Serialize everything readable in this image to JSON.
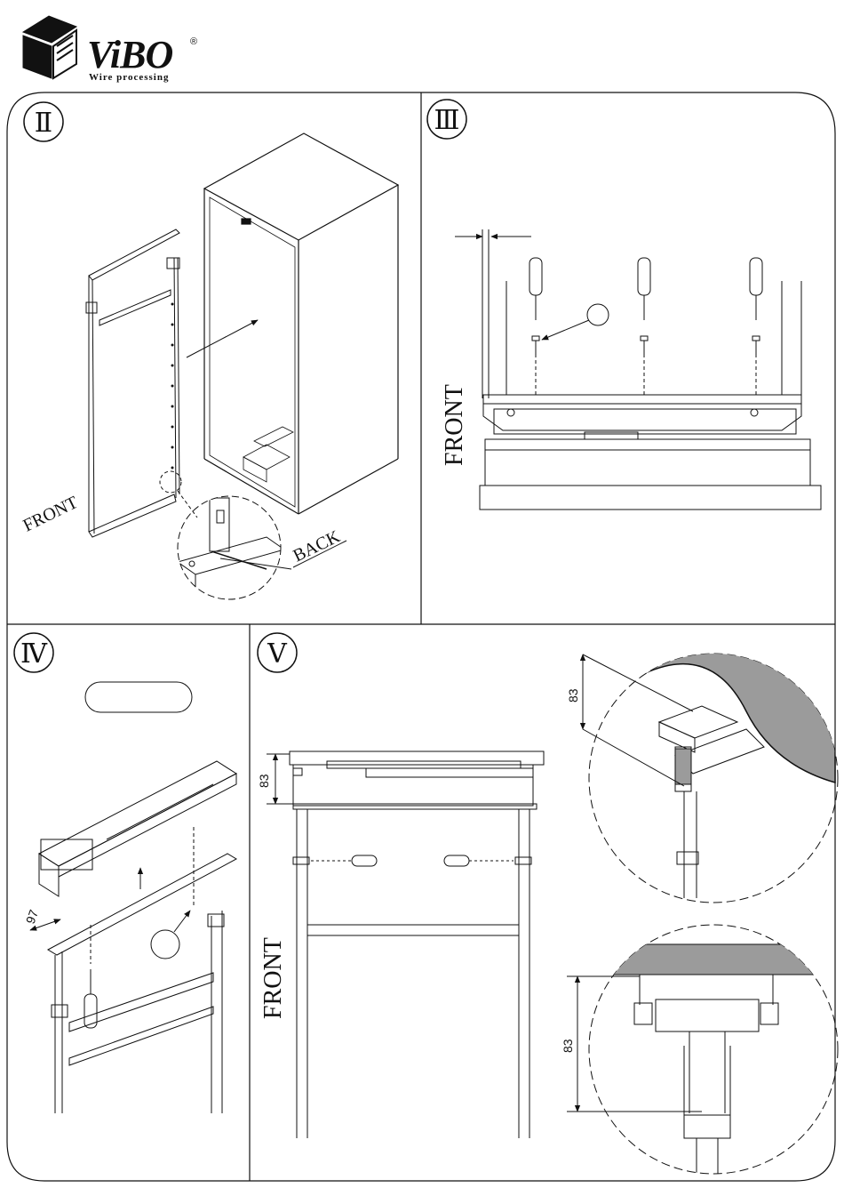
{
  "brand": {
    "name": "ViBO",
    "registered_mark": "®",
    "tagline": "Wire processing"
  },
  "steps": [
    {
      "numeral": "Ⅱ",
      "labels": {
        "front": "FRONT",
        "back": "BACK"
      }
    },
    {
      "numeral": "Ⅲ",
      "labels": {
        "front": "FRONT"
      }
    },
    {
      "numeral": "Ⅳ",
      "labels": {
        "dimension": "97"
      }
    },
    {
      "numeral": "Ⅴ",
      "labels": {
        "front": "FRONT",
        "dimension_side": "83",
        "dimension_top_detail": "83",
        "dimension_bottom_detail": "83"
      }
    }
  ]
}
